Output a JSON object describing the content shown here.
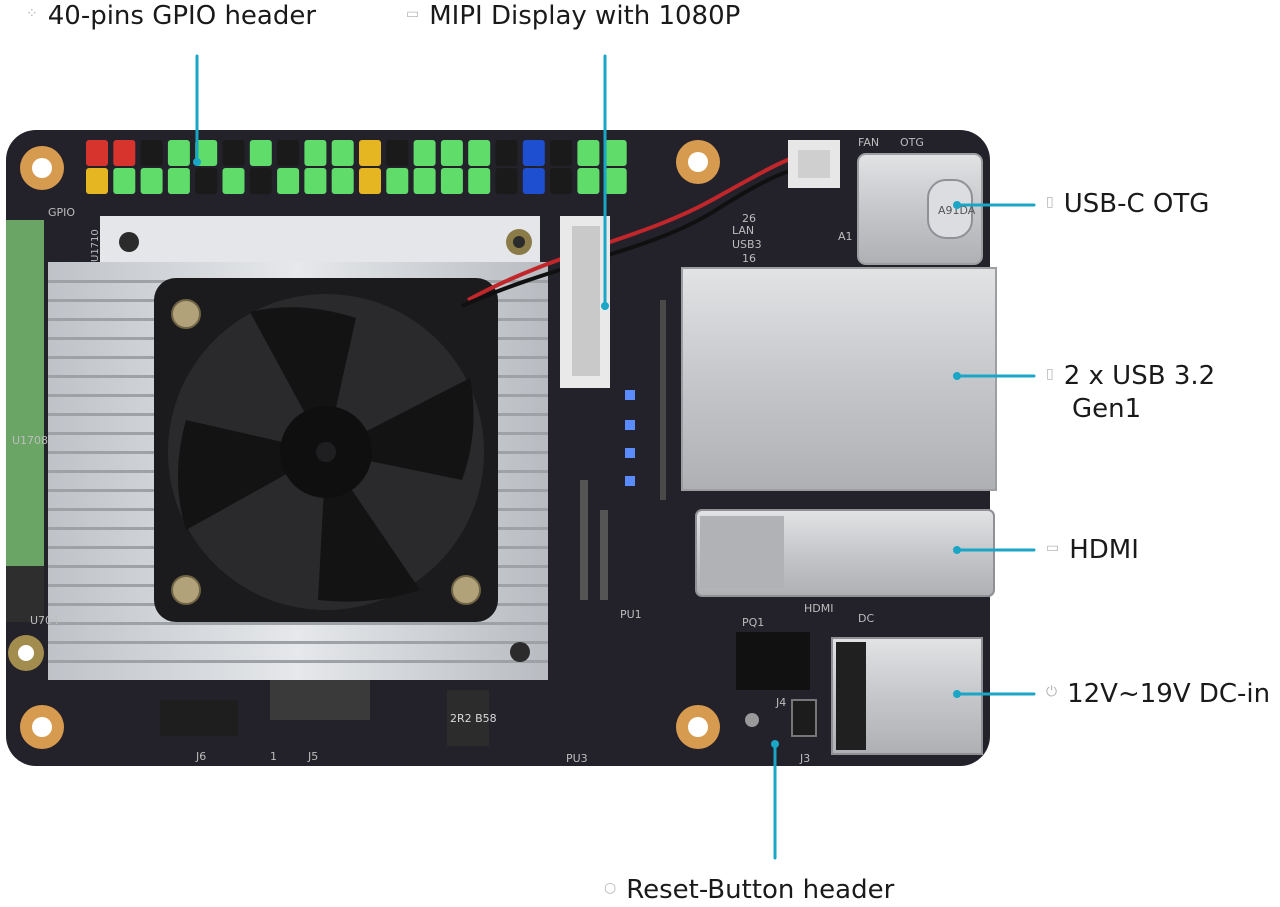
{
  "labels": {
    "gpio": "40-pins GPIO header",
    "mipi": "MIPI Display with 1080P",
    "usbc": "USB-C OTG",
    "usb32_line1": "2 x USB 3.2",
    "usb32_line2": "Gen1",
    "hdmi": "HDMI",
    "dc": "12V~19V DC-in",
    "reset": "Reset-Button header"
  },
  "icons": {
    "gpio": "grid-dots-icon",
    "mipi": "display-icon",
    "usbc": "usb-icon",
    "usb32": "usb-icon",
    "hdmi": "monitor-icon",
    "dc": "power-plug-icon",
    "reset": "circle-icon"
  },
  "silkscreen": {
    "gpio": "GPIO",
    "fan": "FAN",
    "otg": "OTG",
    "hdmi": "HDMI",
    "dc": "DC",
    "j3": "J3",
    "j4": "J4",
    "j5": "J5",
    "j6": "J6",
    "pu1": "PU1",
    "pu3": "PU3",
    "pq1": "PQ1",
    "u1708": "U1708",
    "u1710": "U1710",
    "u704": "U704",
    "lan": "LAN",
    "usb3": "USB3",
    "n26": "26",
    "n16": "16",
    "a1": "A1",
    "one": "1",
    "inductor": "2R2 B58",
    "usbc_mark": "A91DA"
  },
  "colors": {
    "callout_line": "#1aa6c7",
    "pcb": "#23212a",
    "heatsink": "#cfd3d8",
    "fan": "#1b1b1d",
    "gpio_green": "#5fdc6a",
    "gpio_red": "#d8342e",
    "gpio_yellow": "#e6b622",
    "gpio_blue": "#1d4fd0",
    "metal": "#c9cacc",
    "antenna_green": "#5f9a5a"
  }
}
